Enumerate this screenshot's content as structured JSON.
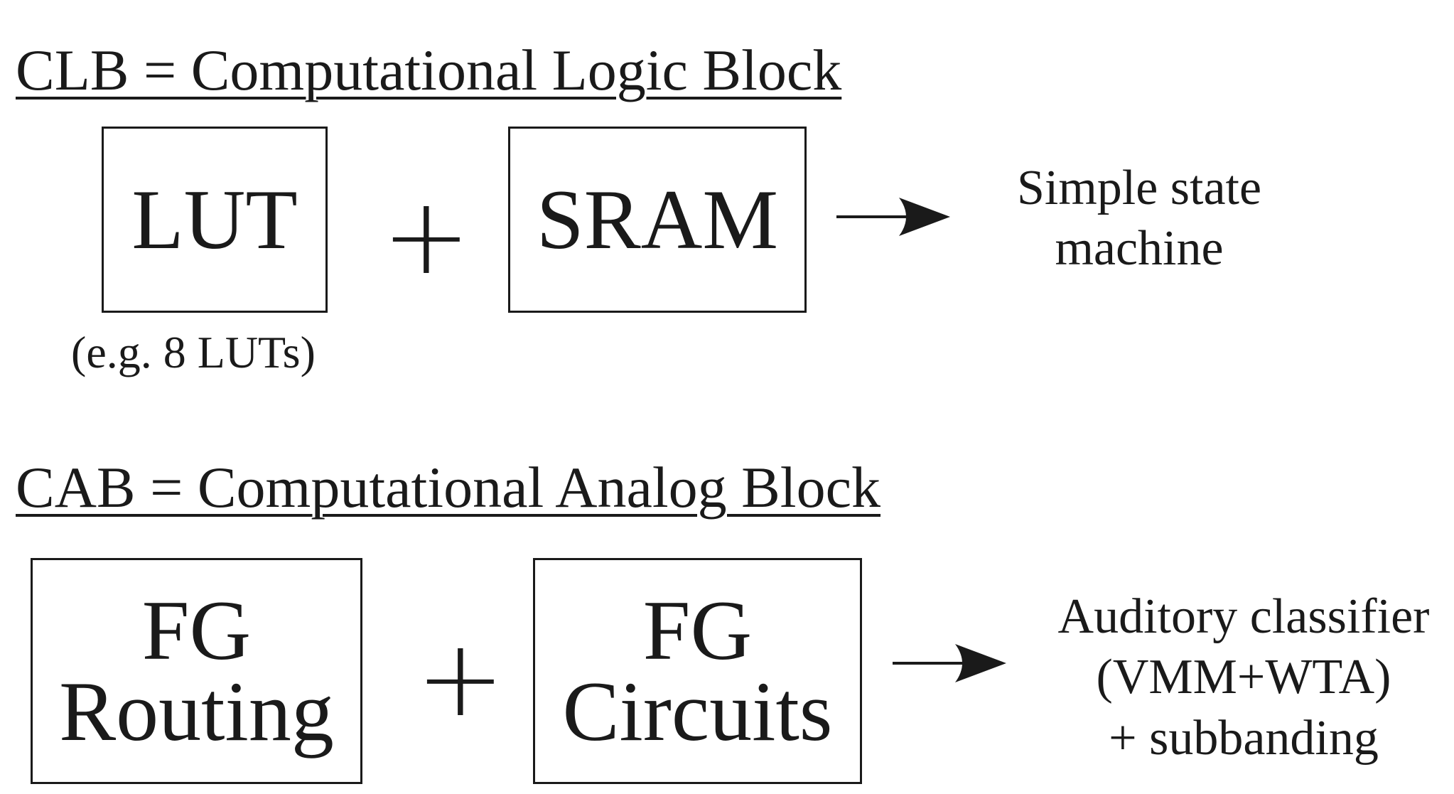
{
  "clb": {
    "heading": "CLB = Computational Logic Block",
    "lut_box": "LUT",
    "lut_caption": "(e.g. 8 LUTs)",
    "plus": "+",
    "sram_box": "SRAM",
    "result_lines": [
      "Simple state",
      "machine"
    ]
  },
  "cab": {
    "heading": "CAB = Computational Analog Block",
    "routing_box_lines": [
      "FG",
      "Routing"
    ],
    "plus": "+",
    "circuits_box_lines": [
      "FG",
      "Circuits"
    ],
    "result_lines": [
      "Auditory classifier",
      "(VMM+WTA)",
      "+ subbanding"
    ]
  }
}
